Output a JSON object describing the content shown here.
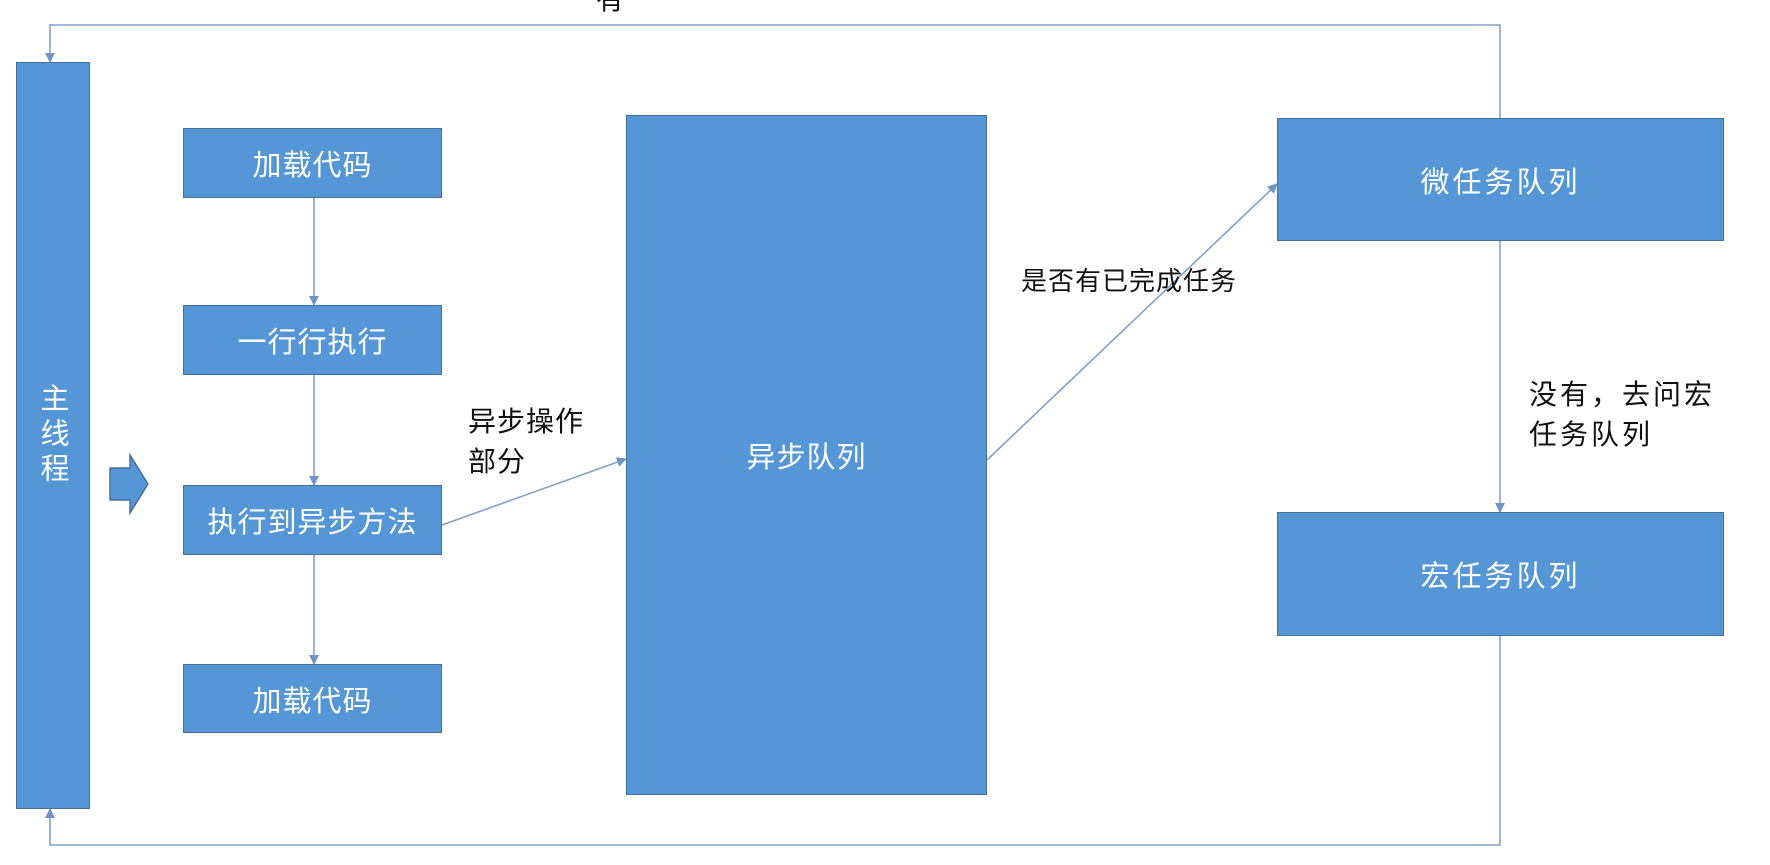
{
  "colors": {
    "box_fill": "#5596d6",
    "box_border": "#41719c",
    "connector": "#7ea1cc"
  },
  "main_thread": {
    "label": "主线程"
  },
  "steps": [
    {
      "label": "加载代码"
    },
    {
      "label": "一行行执行"
    },
    {
      "label": "执行到异步方法"
    },
    {
      "label": "加载代码"
    }
  ],
  "async_queue": {
    "label": "异步队列"
  },
  "micro_queue": {
    "label": "微任务队列"
  },
  "macro_queue": {
    "label": "宏任务队列"
  },
  "edge_labels": {
    "async_part_line1": "异步操作",
    "async_part_line2": "部分",
    "has_completed": "是否有已完成任务",
    "no_ask_macro_line1": "没有，去问宏",
    "no_ask_macro_line2": "任务队列",
    "yes": "有"
  }
}
